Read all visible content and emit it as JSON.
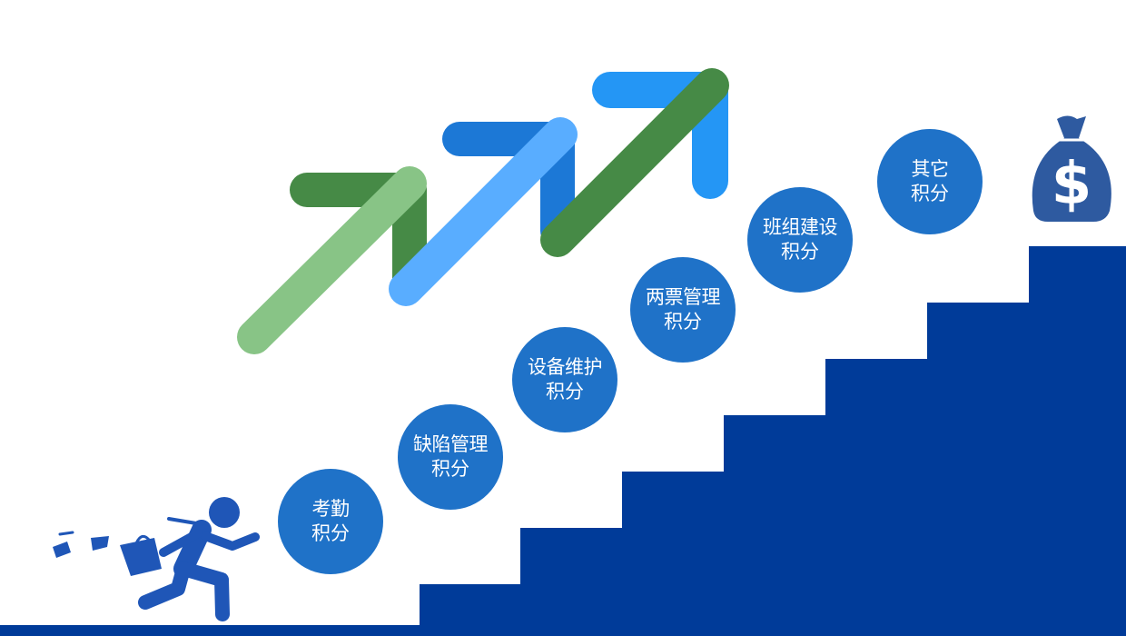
{
  "colors": {
    "stairs": "#003b99",
    "circle": "#1f72c8",
    "arrow_light_green": "#88c486",
    "arrow_dark_green": "#468a46",
    "arrow_light_blue": "#59adff",
    "arrow_mid_blue": "#1c78d6",
    "arrow_bright_blue": "#2496f5",
    "figure": "#1f56b7",
    "money_bag": "#2e5aa0"
  },
  "icons": [
    "running-businessman-icon",
    "money-bag-icon",
    "rising-arrows-icon"
  ],
  "steps": [
    {
      "line1": "考勤",
      "line2": "积分"
    },
    {
      "line1": "缺陷管理",
      "line2": "积分"
    },
    {
      "line1": "设备维护",
      "line2": "积分"
    },
    {
      "line1": "两票管理",
      "line2": "积分"
    },
    {
      "line1": "班组建设",
      "line2": "积分"
    },
    {
      "line1": "其它",
      "line2": "积分"
    }
  ],
  "money_symbol": "$"
}
